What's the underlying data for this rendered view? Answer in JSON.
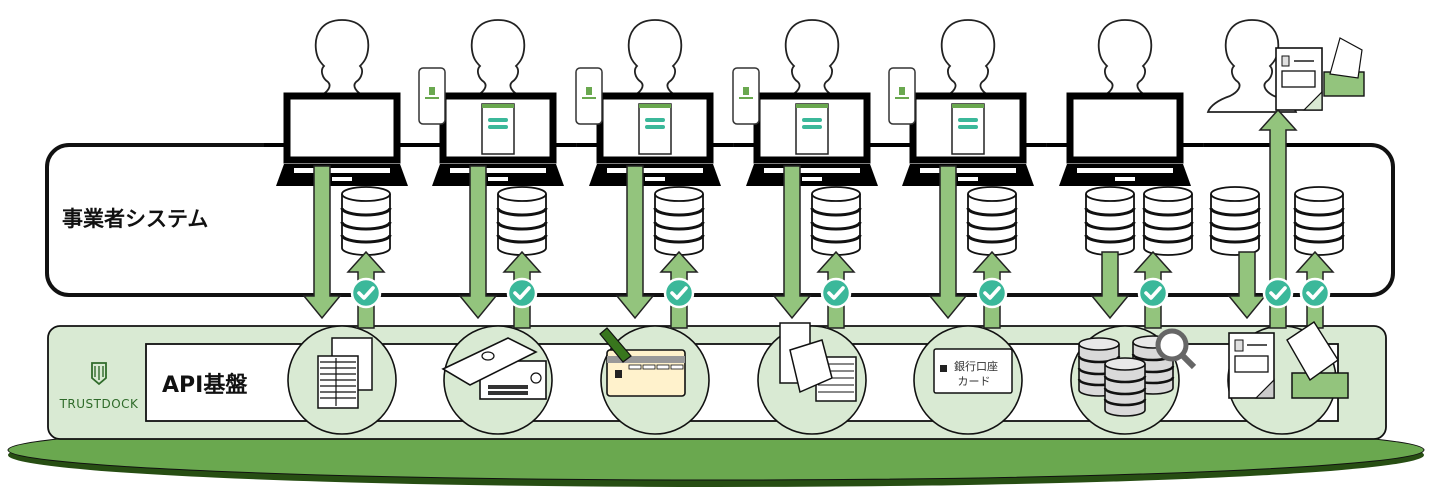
{
  "diagram": {
    "title_business_system": "事業者システム",
    "title_api_platform": "API基盤",
    "brand": {
      "name": "TRUSTDOCK",
      "color": "#2f6b2a"
    },
    "colors": {
      "arrow_green": "#93c47d",
      "platform_fill": "#d9ead3",
      "base_green": "#6aa84f",
      "base_dark": "#274e13",
      "check_teal": "#3bb89a",
      "card_cream": "#fff2cc",
      "pen_green": "#38761d"
    },
    "columns": [
      {
        "id": "col-1",
        "client": "laptop",
        "has_smartphone": false,
        "flow": "down-up",
        "verified": true,
        "service": "documents",
        "service_icon": "document-sheets-icon"
      },
      {
        "id": "col-2",
        "client": "laptop-with-app",
        "has_smartphone": true,
        "flow": "down-up",
        "verified": true,
        "service": "id-card",
        "service_icon": "id-card-icon"
      },
      {
        "id": "col-3",
        "client": "laptop-with-app",
        "has_smartphone": true,
        "flow": "down-up",
        "verified": true,
        "service": "credit-card",
        "service_icon": "credit-card-icon"
      },
      {
        "id": "col-4",
        "client": "laptop-with-app",
        "has_smartphone": true,
        "flow": "down-up",
        "verified": true,
        "service": "passbook",
        "service_icon": "passbook-icon"
      },
      {
        "id": "col-5",
        "client": "laptop-with-app",
        "has_smartphone": true,
        "flow": "down-up",
        "verified": true,
        "service": "bank-account-card",
        "service_icon": "bank-card-icon",
        "card_label_line1": "銀行口座",
        "card_label_line2": "カード"
      },
      {
        "id": "col-6",
        "client": "laptop",
        "has_smartphone": false,
        "flow": "db-down-up",
        "verified": true,
        "service": "database-search",
        "service_icon": "database-search-icon"
      },
      {
        "id": "col-7",
        "client": "mail-recipient",
        "has_smartphone": false,
        "flow": "db-down-up-up",
        "verified": true,
        "service": "postal-mail",
        "service_icon": "mail-envelope-icon"
      }
    ]
  }
}
